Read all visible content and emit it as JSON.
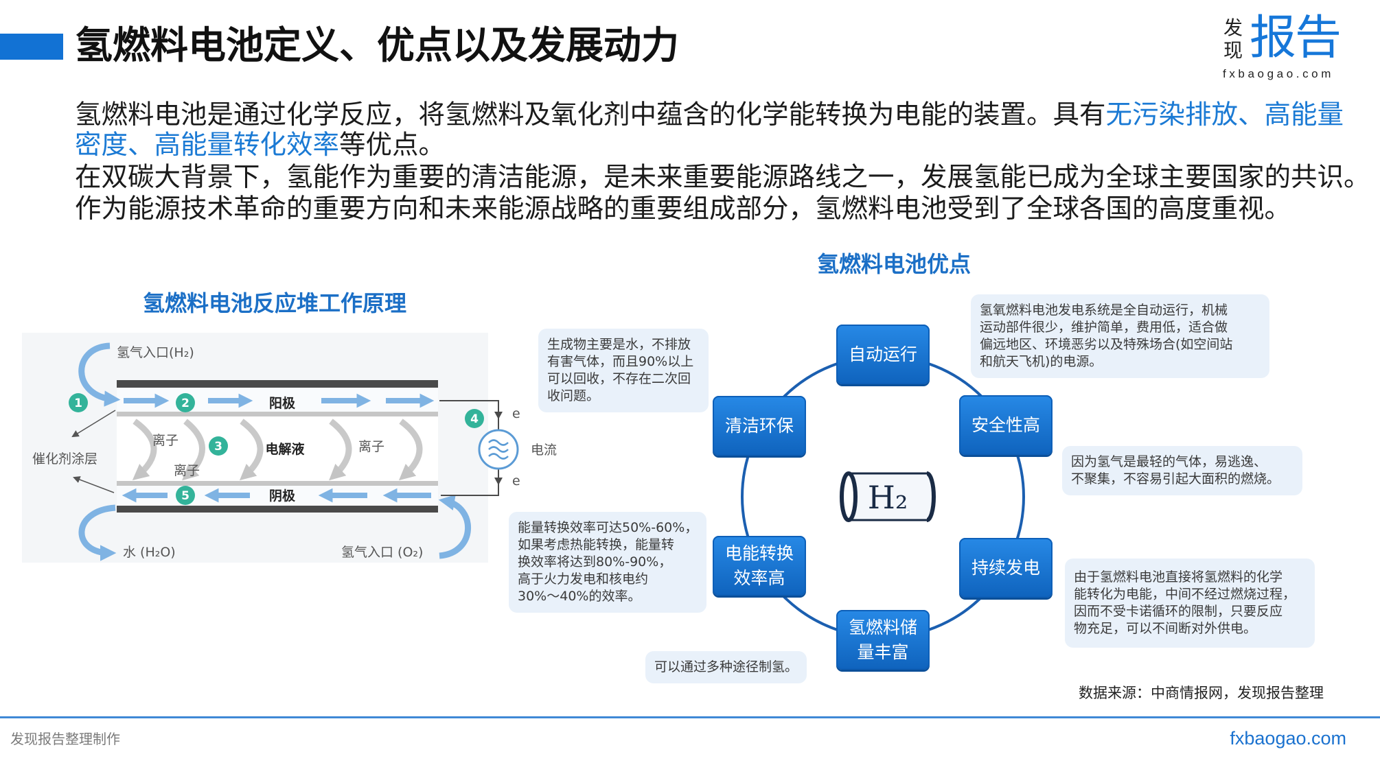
{
  "header": {
    "title": "氢燃料电池定义、优点以及发展动力"
  },
  "logo": {
    "small_line1": "发",
    "small_line2": "现",
    "big": "报告",
    "domain": "fxbaogao.com"
  },
  "intro": {
    "line1_plain": "氢燃料电池是通过化学反应，将氢燃料及氧化剂中蕴含的化学能转换为电能的装置。具有",
    "line1_highlight": "无污染排放、高能量",
    "line2_highlight": "密度、高能量转化效率",
    "line2_plain": "等优点。",
    "line3": "在双碳大背景下，氢能作为重要的清洁能源，是未来重要能源路线之一，发展氢能已成为全球主要国家的共识。",
    "line4": "作为能源技术革命的重要方向和未来能源战略的重要组成部分，氢燃料电池受到了全球各国的高度重视。"
  },
  "stack_diagram": {
    "title": "氢燃料电池反应堆工作原理",
    "hydrogen_inlet": "氢气入口(H₂)",
    "catalyst_layer": "催化剂涂层",
    "water_outlet": "水 (H₂O)",
    "oxygen_inlet": "氢气入口 (O₂)",
    "anode": "阳极",
    "cathode": "阴极",
    "electrolyte": "电解液",
    "ions": [
      "离子",
      "离子",
      "离子"
    ],
    "electrons": [
      "e",
      "e"
    ],
    "current": "电流",
    "steps": [
      "1",
      "2",
      "3",
      "4",
      "5"
    ]
  },
  "advantages": {
    "title": "氢燃料电池优点",
    "center_label": "H₂",
    "items": [
      {
        "label": "自动运行",
        "note": "氢氧燃料电池发电系统是全自动运行，机械\n运动部件很少，维护简单，费用低，适合做\n偏远地区、环境恶劣以及特殊场合(如空间站\n和航天飞机)的电源。"
      },
      {
        "label": "安全性高",
        "note": "因为氢气是最轻的气体，易逃逸、\n不聚集，不容易引起大面积的燃烧。"
      },
      {
        "label": "持续发电",
        "note": "由于氢燃料电池直接将氢燃料的化学\n能转化为电能，中间不经过燃烧过程，\n因而不受卡诺循环的限制，只要反应\n物充足，可以不间断对外供电。"
      },
      {
        "label": "氢燃料储\n量丰富",
        "note": "可以通过多种途径制氢。"
      },
      {
        "label": "电能转换\n效率高",
        "note": "能量转换效率可达50%-60%，\n如果考虑热能转换，能量转\n换效率将达到80%-90%，\n高于火力发电和核电约\n30%～40%的效率。"
      },
      {
        "label": "清洁环保",
        "note": "生成物主要是水，不排放\n有害气体，而且90%以上\n可以回收，不存在二次回\n收问题。"
      }
    ]
  },
  "source": "数据来源：中商情报网，发现报告整理",
  "footer": {
    "left": "发现报告整理制作",
    "right": "fxbaogao.com"
  },
  "colors": {
    "title_bar": "#1272d4",
    "highlight_text": "#1b7ad4",
    "step_badge": "#33b39a",
    "advantage_box": "#1673d4",
    "note_background": "#e9f1fa",
    "footer_rule": "#3f88d6"
  }
}
